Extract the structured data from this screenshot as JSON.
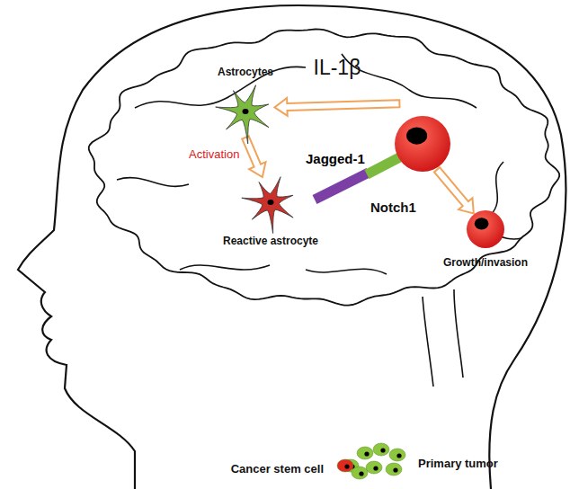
{
  "diagram": {
    "nodes": [
      {
        "text": [
          "Astrocytes"
        ]
      },
      {
        "text": [
          "Reactive astrocyte"
        ]
      },
      {
        "text": [
          "Notch1"
        ]
      },
      {
        "text": [
          "Growth/invasion"
        ]
      },
      {
        "text": [
          "Cancer stem cell",
          "Primary tumor"
        ]
      }
    ],
    "edges": [
      {
        "from": 2,
        "to": 0,
        "label": "IL-1β",
        "arrow": "to"
      },
      {
        "from": 0,
        "to": 1,
        "label": "Activation",
        "arrow": "to"
      },
      {
        "from": 2,
        "to": 3,
        "arrow": "to"
      }
    ],
    "labels": [
      "Jagged-1"
    ]
  }
}
